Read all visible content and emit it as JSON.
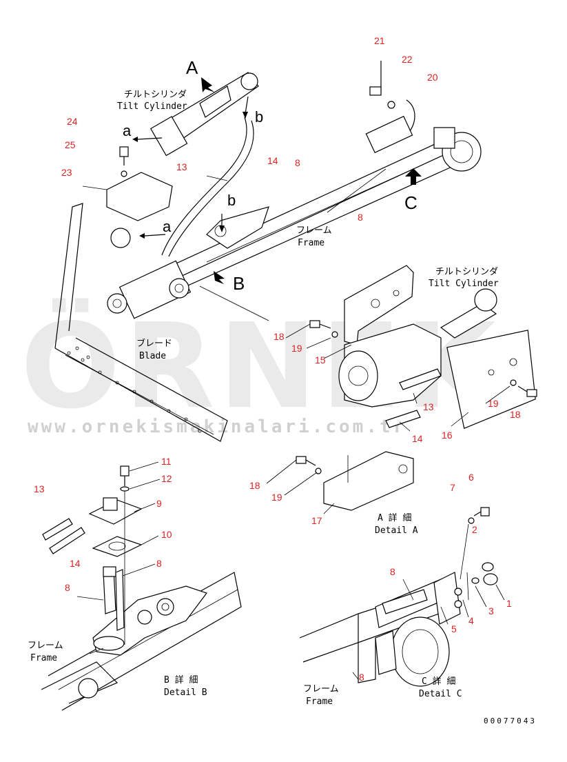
{
  "watermark": {
    "brand": "ÖRNEK",
    "url": "www.ornekismakinalari.com.tr"
  },
  "arrows": {
    "A": "A",
    "B": "B",
    "C": "C",
    "a1": "a",
    "a2": "a",
    "b1": "b",
    "b2": "b"
  },
  "labels": {
    "tilt_cylinder_jp_1": "チルトシリンダ",
    "tilt_cylinder_en_1": "Tilt Cylinder",
    "tilt_cylinder_jp_2": "チルトシリンダ",
    "tilt_cylinder_en_2": "Tilt Cylinder",
    "frame_jp_1": "フレーム",
    "frame_en_1": "Frame",
    "frame_jp_2": "フレーム",
    "frame_en_2": "Frame",
    "frame_jp_3": "フレーム",
    "frame_en_3": "Frame",
    "blade_jp": "ブレード",
    "blade_en": "Blade",
    "detail_a_jp": "A 詳 細",
    "detail_a_en": "Detail A",
    "detail_b_jp": "B 詳 細",
    "detail_b_en": "Detail B",
    "detail_c_jp": "C 詳 細",
    "detail_c_en": "Detail C"
  },
  "part_numbers": {
    "p21": "21",
    "p22": "22",
    "p20": "20",
    "p24": "24",
    "p25": "25",
    "p23": "23",
    "p13a": "13",
    "p14a": "14",
    "p8a": "8",
    "p8b": "8",
    "p18a": "18",
    "p19a": "19",
    "p15": "15",
    "p13b": "13",
    "p14b": "14",
    "p19b": "19",
    "p18b": "18",
    "p16": "16",
    "p18c": "18",
    "p19c": "19",
    "p17": "17",
    "p11": "11",
    "p12": "12",
    "p9": "9",
    "p10": "10",
    "p13c": "13",
    "p14c": "14",
    "p8c": "8",
    "p8d": "8",
    "p7": "7",
    "p6": "6",
    "p2": "2",
    "p1": "1",
    "p3": "3",
    "p4": "4",
    "p5": "5",
    "p8e": "8",
    "p8f": "8"
  },
  "drawing_code": "00077043"
}
